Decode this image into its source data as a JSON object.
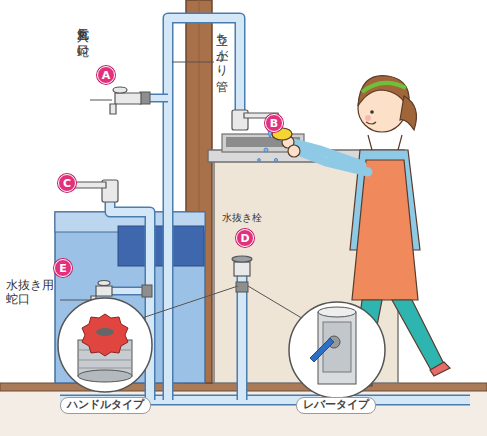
{
  "diagram": {
    "nodes": [
      {
        "text": [
          "A"
        ]
      },
      {
        "text": [
          "B"
        ]
      },
      {
        "text": [
          "C"
        ]
      },
      {
        "text": [
          "D"
        ]
      },
      {
        "text": [
          "E"
        ]
      }
    ],
    "labels": [
      "空気入れ蛇口",
      "立ち上がり管",
      "水抜き栓",
      "水抜き用蛇口",
      "ハンドルタイプ",
      "レバータイプ"
    ]
  }
}
